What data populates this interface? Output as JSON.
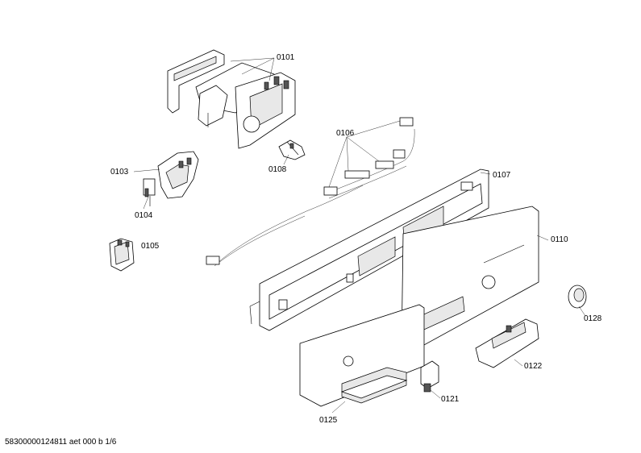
{
  "parts": [
    {
      "id": "p0101",
      "label": "0101"
    },
    {
      "id": "p0103",
      "label": "0103"
    },
    {
      "id": "p0104",
      "label": "0104"
    },
    {
      "id": "p0105",
      "label": "0105"
    },
    {
      "id": "p0106",
      "label": "0106"
    },
    {
      "id": "p0107",
      "label": "0107"
    },
    {
      "id": "p0108",
      "label": "0108"
    },
    {
      "id": "p0110",
      "label": "0110"
    },
    {
      "id": "p0121",
      "label": "0121"
    },
    {
      "id": "p0122",
      "label": "0122"
    },
    {
      "id": "p0125",
      "label": "0125"
    },
    {
      "id": "p0128",
      "label": "0128"
    }
  ],
  "footer": "58300000124811 aet 000 b 1/6"
}
